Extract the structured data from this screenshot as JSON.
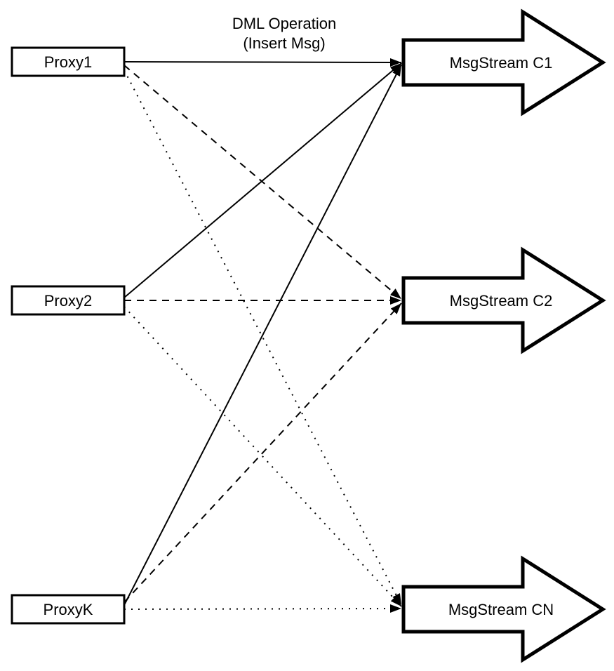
{
  "diagram": {
    "colors": {
      "stroke": "#000000",
      "background": "#ffffff",
      "node_fill": "#ffffff"
    },
    "edge_label": {
      "line1": "DML Operation",
      "line2": "(Insert Msg)"
    },
    "proxies": [
      {
        "id": "proxy1",
        "label": "Proxy1"
      },
      {
        "id": "proxy2",
        "label": "Proxy2"
      },
      {
        "id": "proxyk",
        "label": "ProxyK"
      }
    ],
    "streams": [
      {
        "id": "c1",
        "label": "MsgStream C1",
        "incoming_line_style": "solid"
      },
      {
        "id": "c2",
        "label": "MsgStream C2",
        "incoming_line_style": "dashed"
      },
      {
        "id": "cn",
        "label": "MsgStream CN",
        "incoming_line_style": "dotted"
      }
    ],
    "connections": [
      {
        "from": "Proxy1",
        "to": "MsgStream C1",
        "style": "solid",
        "label": "DML Operation (Insert Msg)"
      },
      {
        "from": "Proxy2",
        "to": "MsgStream C1",
        "style": "solid"
      },
      {
        "from": "ProxyK",
        "to": "MsgStream C1",
        "style": "solid"
      },
      {
        "from": "Proxy1",
        "to": "MsgStream C2",
        "style": "dashed"
      },
      {
        "from": "Proxy2",
        "to": "MsgStream C2",
        "style": "dashed"
      },
      {
        "from": "ProxyK",
        "to": "MsgStream C2",
        "style": "dashed"
      },
      {
        "from": "Proxy1",
        "to": "MsgStream CN",
        "style": "dotted"
      },
      {
        "from": "Proxy2",
        "to": "MsgStream CN",
        "style": "dotted"
      },
      {
        "from": "ProxyK",
        "to": "MsgStream CN",
        "style": "dotted"
      }
    ]
  }
}
